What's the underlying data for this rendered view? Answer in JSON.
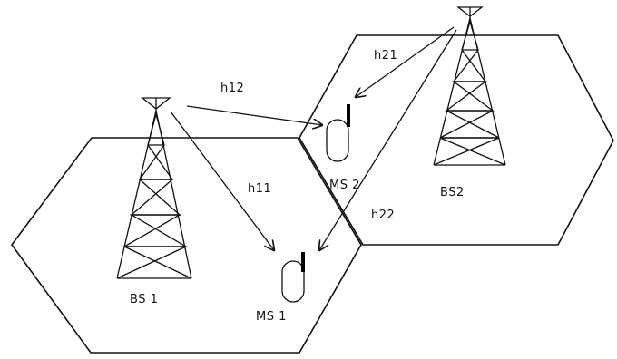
{
  "labels": {
    "h12": "h12",
    "h21": "h21",
    "h11": "h11",
    "h22": "h22",
    "bs1": "BS 1",
    "bs2": "BS2",
    "ms1": "MS 1",
    "ms2": "MS 2"
  },
  "colors": {
    "ink": "#111111",
    "background": "#ffffff"
  }
}
